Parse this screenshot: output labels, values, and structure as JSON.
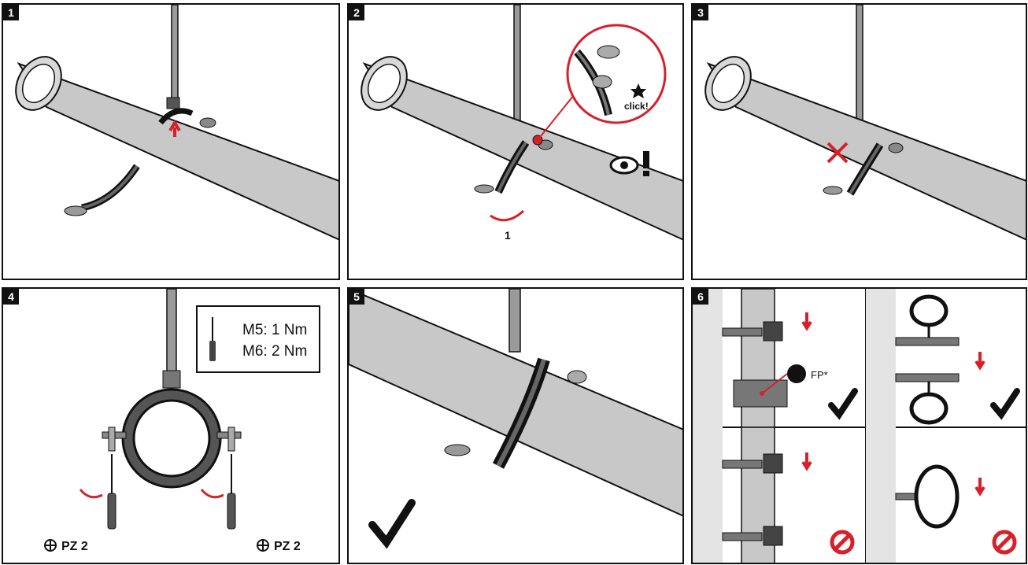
{
  "steps": [
    {
      "number": "1"
    },
    {
      "number": "2",
      "click_label": "click!",
      "rotation_label": "1"
    },
    {
      "number": "3"
    },
    {
      "number": "4",
      "torque_lines": [
        "M5: 1 Nm",
        "M6: 2 Nm"
      ],
      "driver_left": "PZ 2",
      "driver_right": "PZ 2"
    },
    {
      "number": "5"
    },
    {
      "number": "6",
      "fp_label": "FP*"
    }
  ],
  "colors": {
    "accent_red": "#d6202a",
    "pipe_fill": "#c8c8c8",
    "outline": "#111111",
    "wall_fill": "#e4e4e4"
  },
  "icons": [
    "eye-icon",
    "exclamation-icon",
    "check-icon",
    "no-icon",
    "phillips-icon",
    "book-icon",
    "rotate-arrow-icon",
    "push-arrow-icon",
    "star-icon"
  ]
}
